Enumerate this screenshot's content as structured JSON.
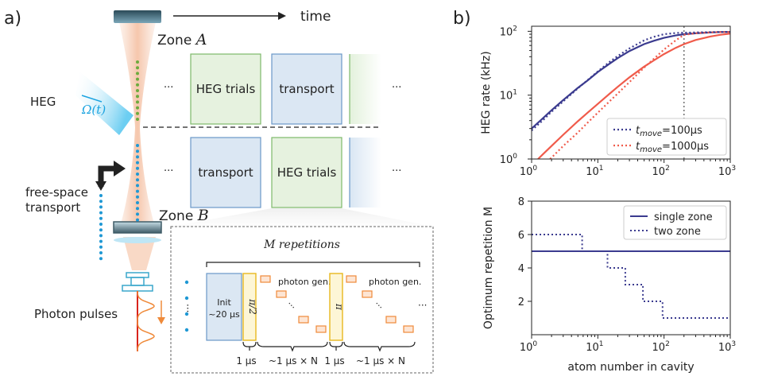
{
  "panel_a": {
    "label": "a)",
    "time_label": "time",
    "zone_a": {
      "prefix": "Zone ",
      "var": "A"
    },
    "zone_b": {
      "prefix": "Zone ",
      "var": "B"
    },
    "heg_label": "HEG",
    "omega_label": "Ω(t)",
    "transport_label_1": "free-space",
    "transport_label_2": "transport",
    "photon_label": "Photon pulses",
    "ellipsis": "···",
    "row_a_boxes": [
      "HEG trials",
      "transport"
    ],
    "row_b_boxes": [
      "transport",
      "HEG trials"
    ],
    "inset": {
      "title": "M repetitions",
      "init_1": "Init",
      "init_2": "~20 μs",
      "pi_half": "π/2",
      "pi": "π",
      "photon_gen": "photon gen.",
      "dots": "·",
      "time_1us_a": "1 μs",
      "time_nus_a": "~1 μs × N",
      "time_1us_b": "1 μs",
      "time_nus_b": "~1 μs × N"
    }
  },
  "panel_b": {
    "label": "b)"
  },
  "chart_data": [
    {
      "type": "line",
      "ylabel": "HEG rate (kHz)",
      "xscale": "log",
      "yscale": "log",
      "xlim": [
        1,
        1000
      ],
      "ylim": [
        1,
        120
      ],
      "x_ticks": [
        "10^0",
        "10^1",
        "10^2",
        "10^3"
      ],
      "y_ticks": [
        "10^0",
        "10^1",
        "10^2"
      ],
      "vline_x": 200,
      "legend_position": "lower-right",
      "colors": {
        "blue": "#3b3b8f",
        "red": "#f05b4b"
      },
      "legend": [
        {
          "label": "t_move=100μs",
          "sub": "move",
          "val": "=100μs",
          "style": "dotted",
          "color": "#3b3b8f"
        },
        {
          "label": "t_move=1000μs",
          "sub": "move",
          "val": "=1000μs",
          "style": "dotted",
          "color": "#f05b4b"
        }
      ],
      "series": [
        {
          "style": "solid",
          "color": "#3b3b8f",
          "x": [
            1,
            1.5,
            2,
            3,
            5,
            7,
            10,
            15,
            20,
            30,
            50,
            70,
            100,
            150,
            200,
            300,
            500,
            700,
            1000
          ],
          "y": [
            3,
            4.4,
            5.8,
            8.4,
            13,
            17,
            23,
            31,
            38,
            49,
            63,
            71,
            79,
            86,
            90,
            93,
            96,
            97,
            98
          ]
        },
        {
          "style": "dotted",
          "color": "#3b3b8f",
          "x": [
            1,
            1.5,
            2,
            3,
            5,
            7,
            10,
            15,
            20,
            30,
            50,
            70,
            100,
            150,
            200,
            300,
            500,
            700,
            1000
          ],
          "y": [
            2.8,
            4.1,
            5.5,
            8,
            12.8,
            17.2,
            23.5,
            33,
            41,
            54,
            72,
            82,
            90,
            94,
            95,
            96,
            97,
            97.5,
            98
          ]
        },
        {
          "style": "solid",
          "color": "#f05b4b",
          "x": [
            1.25,
            1.5,
            2,
            3,
            5,
            7,
            10,
            15,
            20,
            30,
            50,
            70,
            100,
            150,
            200,
            300,
            500,
            700,
            1000
          ],
          "y": [
            1,
            1.2,
            1.6,
            2.4,
            3.9,
            5.3,
            7.3,
            10.5,
            13.5,
            19,
            28,
            35,
            44,
            55,
            63,
            73,
            83,
            88,
            92
          ]
        },
        {
          "style": "dotted",
          "color": "#f05b4b",
          "x": [
            1.9,
            2,
            3,
            5,
            7,
            10,
            15,
            20,
            30,
            50,
            70,
            100,
            150,
            200,
            300,
            500,
            700,
            1000
          ],
          "y": [
            1,
            1.05,
            1.6,
            2.6,
            3.7,
            5.3,
            8,
            10.6,
            16,
            27,
            37,
            52,
            72,
            88,
            93,
            96,
            97,
            98
          ]
        }
      ]
    },
    {
      "type": "line",
      "xlabel": "atom number in cavity",
      "ylabel": "Optimum repetition M",
      "xscale": "log",
      "xlim": [
        1,
        1000
      ],
      "ylim": [
        0,
        8
      ],
      "x_ticks": [
        "10^0",
        "10^1",
        "10^2",
        "10^3"
      ],
      "y_ticks": [
        "2",
        "4",
        "6",
        "8"
      ],
      "legend_position": "upper-right",
      "legend": [
        {
          "label": "single zone",
          "style": "solid",
          "color": "#3b3b8f"
        },
        {
          "label": "two zone",
          "style": "dotted",
          "color": "#3b3b8f"
        }
      ],
      "series": [
        {
          "name": "single zone",
          "style": "solid",
          "color": "#3b3b8f",
          "x": [
            1,
            1000
          ],
          "y": [
            5,
            5
          ]
        },
        {
          "name": "two zone",
          "style": "dotted",
          "color": "#3b3b8f",
          "x": [
            1,
            5.8,
            5.8,
            14,
            14,
            26,
            26,
            48,
            48,
            95,
            95,
            1000
          ],
          "y": [
            6,
            6,
            5,
            5,
            4,
            4,
            3,
            3,
            2,
            2,
            1,
            1
          ]
        }
      ]
    }
  ]
}
